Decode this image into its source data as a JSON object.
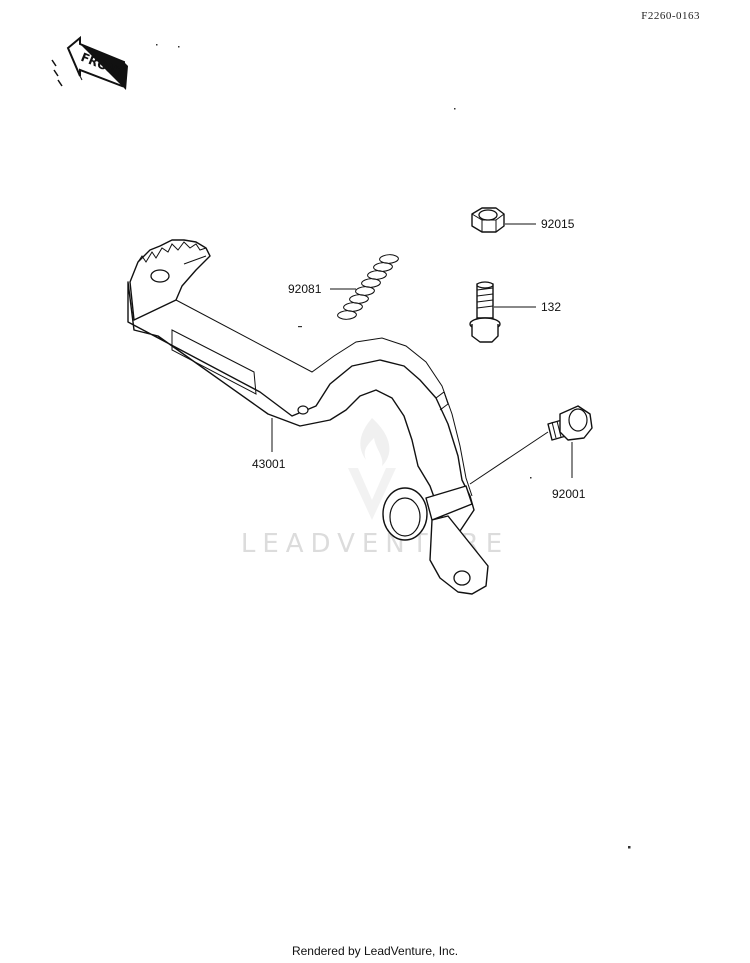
{
  "reference_code": "F2260-0163",
  "front_indicator": {
    "text": "FRONT",
    "icon": "front-arrow-icon"
  },
  "watermark": {
    "text": "LEADVENTURE",
    "icon": "leadventure-flame-logo"
  },
  "parts": [
    {
      "number": "92015",
      "name": "nut"
    },
    {
      "number": "92081",
      "name": "spring"
    },
    {
      "number": "132",
      "name": "bolt"
    },
    {
      "number": "43001",
      "name": "brake-pedal"
    },
    {
      "number": "92001",
      "name": "bolt"
    }
  ],
  "footer": "Rendered by LeadVenture, Inc."
}
